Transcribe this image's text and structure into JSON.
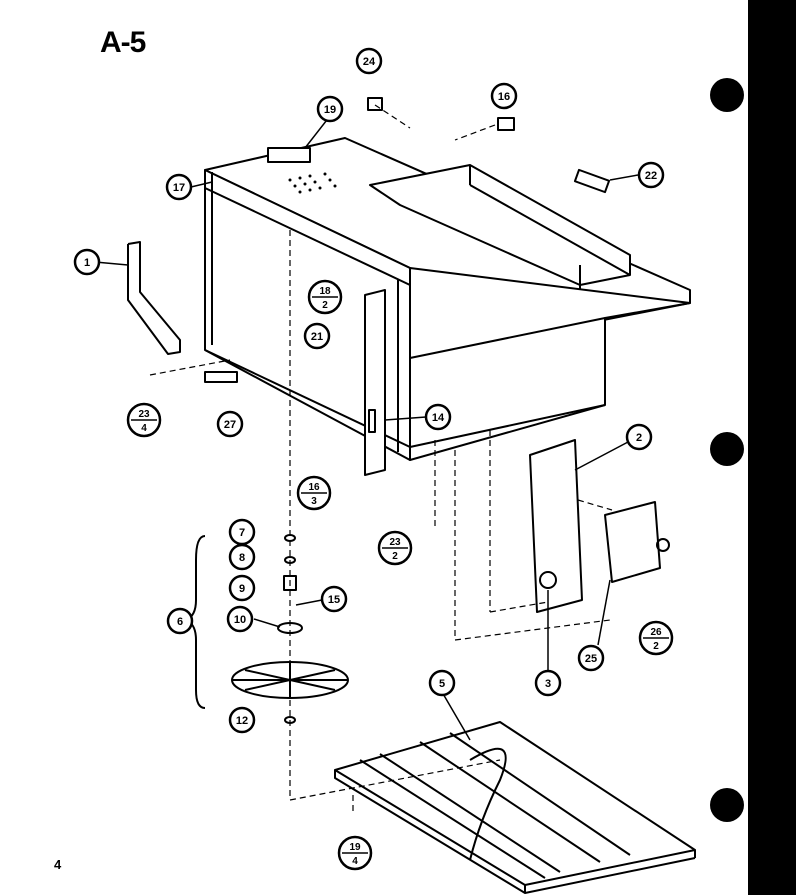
{
  "sheet": {
    "title": "A-5",
    "page_number": "4"
  },
  "callouts": [
    {
      "id": "c1",
      "label": "1"
    },
    {
      "id": "c2",
      "label": "2"
    },
    {
      "id": "c3",
      "label": "3"
    },
    {
      "id": "c5",
      "label": "5"
    },
    {
      "id": "c6",
      "label": "6"
    },
    {
      "id": "c7",
      "label": "7"
    },
    {
      "id": "c8",
      "label": "8"
    },
    {
      "id": "c9",
      "label": "9"
    },
    {
      "id": "c10",
      "label": "10"
    },
    {
      "id": "c12",
      "label": "12"
    },
    {
      "id": "c14",
      "label": "14"
    },
    {
      "id": "c15",
      "label": "15"
    },
    {
      "id": "c16",
      "label": "16"
    },
    {
      "id": "c17",
      "label": "17"
    },
    {
      "id": "c19",
      "label": "19"
    },
    {
      "id": "c21",
      "label": "21"
    },
    {
      "id": "c22",
      "label": "22"
    },
    {
      "id": "c24",
      "label": "24"
    },
    {
      "id": "c25",
      "label": "25"
    },
    {
      "id": "c27",
      "label": "27"
    }
  ],
  "qty_callouts": [
    {
      "id": "q18",
      "part": "18",
      "qty": "2"
    },
    {
      "id": "q23a",
      "part": "23",
      "qty": "4"
    },
    {
      "id": "q16",
      "part": "16",
      "qty": "3"
    },
    {
      "id": "q23b",
      "part": "23",
      "qty": "2"
    },
    {
      "id": "q26",
      "part": "26",
      "qty": "2"
    },
    {
      "id": "q19",
      "part": "19",
      "qty": "4"
    }
  ],
  "colors": {
    "ink": "#000000",
    "paper": "#ffffff"
  }
}
